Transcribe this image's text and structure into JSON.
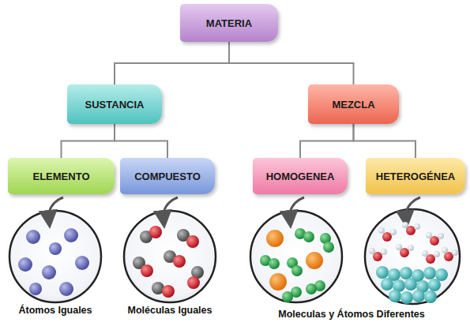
{
  "diagram": {
    "nodes": [
      {
        "text": [
          "MATERIA"
        ]
      },
      {
        "text": [
          "SUSTANCIA"
        ]
      },
      {
        "text": [
          "MEZCLA"
        ]
      },
      {
        "text": [
          "ELEMENTO"
        ]
      },
      {
        "text": [
          "COMPUESTO"
        ]
      },
      {
        "text": [
          "HOMOGENEA"
        ]
      },
      {
        "text": [
          "HETEROGÉNEA"
        ]
      }
    ],
    "edges": [
      {
        "from": 0,
        "to": 1,
        "arrow": "none"
      },
      {
        "from": 0,
        "to": 2,
        "arrow": "none"
      },
      {
        "from": 1,
        "to": 3,
        "arrow": "none"
      },
      {
        "from": 1,
        "to": 4,
        "arrow": "none"
      },
      {
        "from": 2,
        "to": 5,
        "arrow": "none"
      },
      {
        "from": 2,
        "to": 6,
        "arrow": "none"
      }
    ],
    "labels": [
      "Átomos Iguales",
      "Moléculas Iguales",
      "Moleculas y Átomos Diferentes"
    ]
  }
}
